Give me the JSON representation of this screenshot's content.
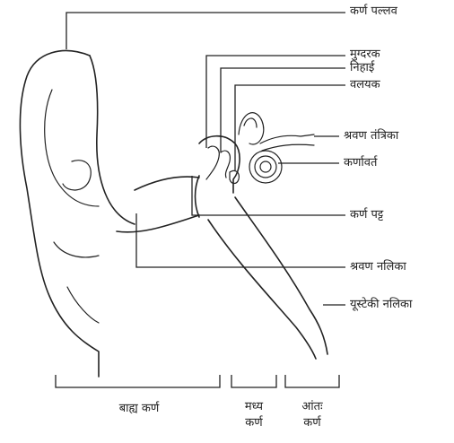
{
  "labels": {
    "pinna": "कर्ण पल्लव",
    "malleus": "मुग्दरक",
    "incus": "निहाई",
    "stapes": "वलयक",
    "auditory_nerve": "श्रवण तंत्रिका",
    "cochlea": "कर्णावर्त",
    "eardrum": "कर्ण पट्ट",
    "ear_canal": "श्रवण नलिका",
    "eustachian_tube": "यूस्टेकी नलिका"
  },
  "sections": {
    "outer_ear": "बाह्य कर्ण",
    "middle_ear_line1": "मध्य",
    "middle_ear_line2": "कर्ण",
    "inner_ear_line1": "आंतः",
    "inner_ear_line2": "कर्ण"
  }
}
